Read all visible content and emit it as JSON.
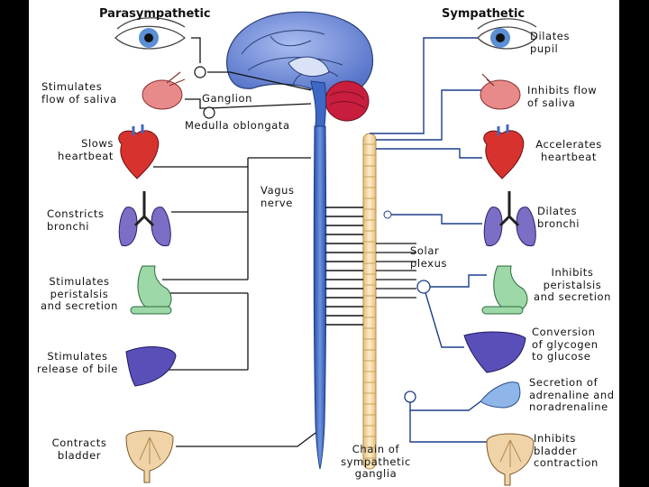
{
  "headers": {
    "left": "Parasympathetic",
    "right": "Sympathetic"
  },
  "center_labels": {
    "ganglion": "Ganglion",
    "medulla": "Medulla oblongata",
    "vagus": "Vagus\nnerve",
    "solar": "Solar\nplexus",
    "chain": "Chain of\nsympathetic\nganglia"
  },
  "parasympathetic_effects": [
    "Stimulates\nflow of saliva",
    "Slows\nheartbeat",
    "Constricts\nbronchi",
    "Stimulates\nperistalsis\nand secretion",
    "Stimulates\nrelease of bile",
    "Contracts\nbladder"
  ],
  "sympathetic_effects": [
    "Dilates\npupil",
    "Inhibits flow\nof saliva",
    "Accelerates\nheartbeat",
    "Dilates\nbronchi",
    "Inhibits\nperistalsis\nand secretion",
    "Conversion\nof glycogen\nto glucose",
    "Secretion of\nadrenaline and\nnoradrenaline",
    "Inhibits\nbladder\ncontraction"
  ],
  "organs": [
    "eye",
    "salivary-gland",
    "heart",
    "lungs",
    "stomach",
    "liver",
    "adrenal-gland",
    "bladder"
  ],
  "colors": {
    "spine": "#3f68c4",
    "chain": "#f3d9a0",
    "nerve": "#1a3e8a",
    "heart": "#d8322e",
    "lung": "#7a6fc4",
    "stomach": "#9dd8a8",
    "liver": "#5a4fb8",
    "bladder": "#f0d4a8",
    "cerebellum": "#c81d3c",
    "brain": "#6f8fd6"
  }
}
